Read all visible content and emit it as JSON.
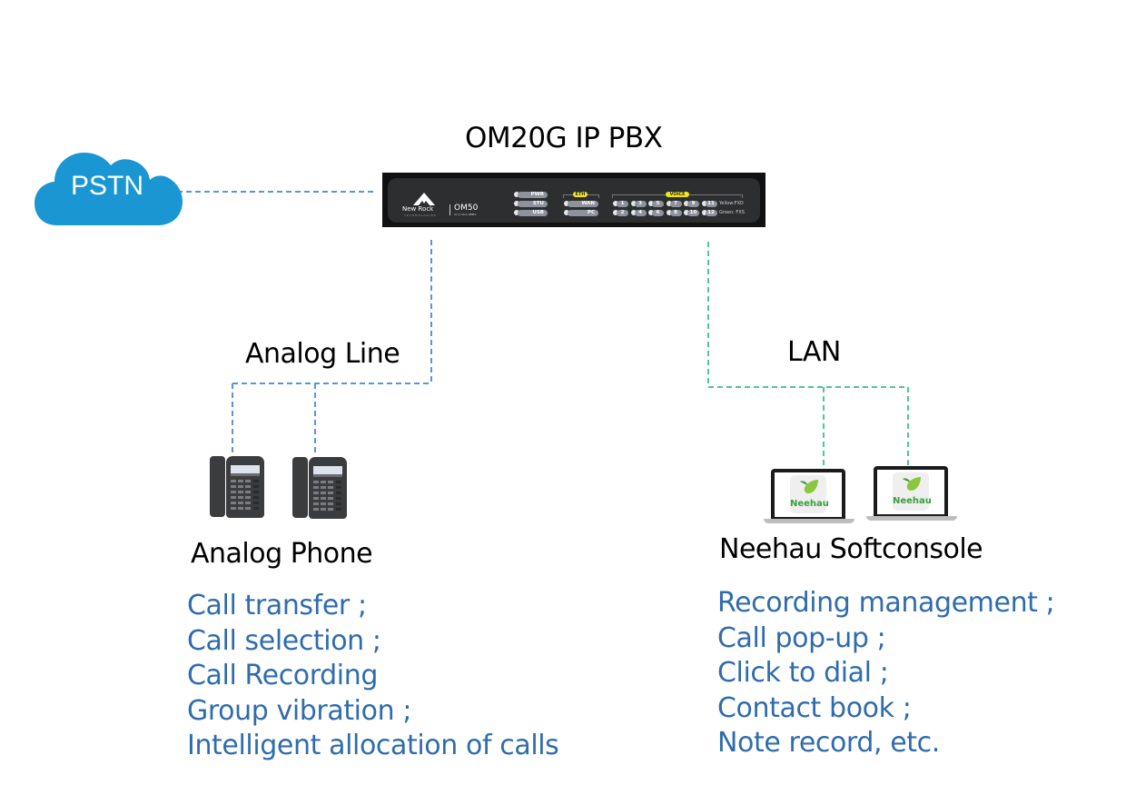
{
  "diagram": {
    "title": "OM20G IP PBX",
    "nodes": {
      "pstn": {
        "label": "PSTN",
        "color": "#1a96d2"
      },
      "pbx": {
        "brand": "New Rock",
        "brand_sub": "TECHNOLOGIES",
        "model": "OM50",
        "model_sub": "All-in-One IPPBX",
        "status_leds": [
          "PWR",
          "STU",
          "USB"
        ],
        "eth_group_label": "ETH",
        "eth_leds": [
          "WAN",
          "PC"
        ],
        "voice_group_label": "VOICE",
        "voice_top": [
          "1",
          "3",
          "5",
          "7",
          "9",
          "11"
        ],
        "voice_bottom": [
          "2",
          "4",
          "6",
          "8",
          "10",
          "12"
        ],
        "legend_top": "Yellow:FXO",
        "legend_bottom": "Green: FXS"
      },
      "analog_phone": {
        "label": "Analog Phone",
        "features": [
          "Call transfer ;",
          "Call selection ;",
          "Call Recording",
          "Group vibration ;",
          "Intelligent allocation of calls"
        ]
      },
      "softconsole": {
        "label": "Neehau Softconsole",
        "app_name": "Neehau",
        "features": [
          "Recording management ;",
          "Call pop-up ;",
          "Click to dial ;",
          "Contact book ;",
          "Note record, etc."
        ]
      }
    },
    "links": {
      "analog_line": {
        "label": "Analog Line",
        "color": "#5b93e0"
      },
      "lan": {
        "label": "LAN",
        "color": "#4ec896"
      },
      "pstn_link": {
        "color": "#5b93e0"
      }
    },
    "feature_text_color": "#2f6cac"
  }
}
